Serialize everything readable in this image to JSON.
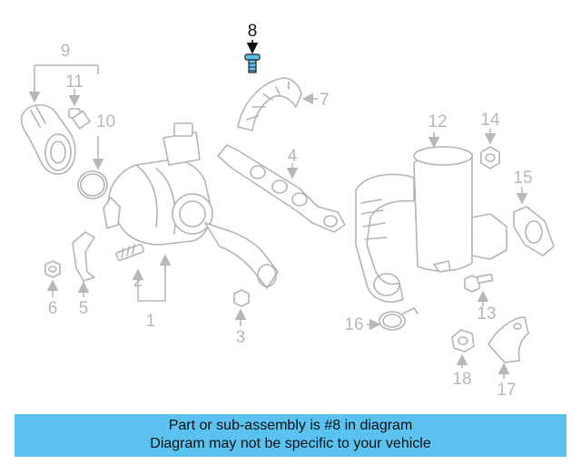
{
  "diagram": {
    "highlighted_part": "8",
    "callouts": [
      "1",
      "2",
      "3",
      "4",
      "5",
      "6",
      "7",
      "8",
      "9",
      "10",
      "11",
      "12",
      "13",
      "14",
      "15",
      "16",
      "17",
      "18"
    ],
    "colors": {
      "highlight_part": "#5bc2f0",
      "line_art": "#b4b4b4",
      "banner": "#5bc2f0"
    }
  },
  "footer": {
    "line1": "Part or sub-assembly is #8 in diagram",
    "line2": "Diagram may not be specific to your vehicle"
  }
}
